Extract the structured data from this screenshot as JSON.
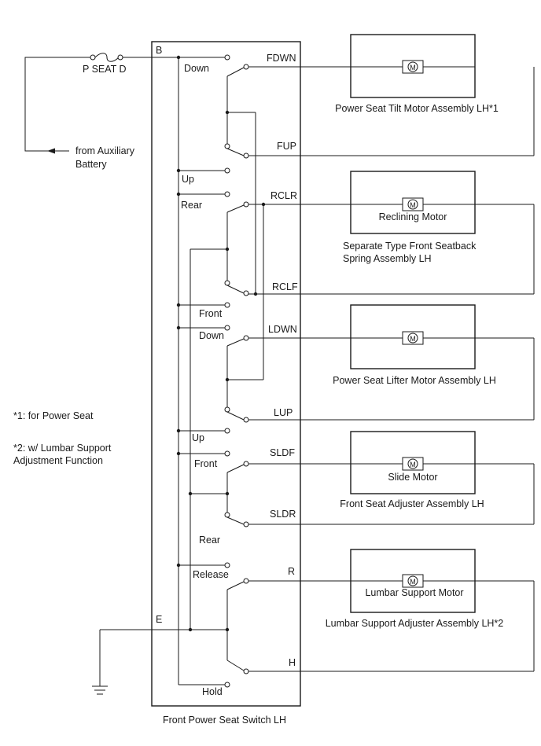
{
  "switch_label": "Front Power Seat Switch LH",
  "terminal_b": "B",
  "terminal_e": "E",
  "fuse_label": "P SEAT D",
  "battery_label_line1": "from Auxiliary",
  "battery_label_line2": "Battery",
  "notes": {
    "note1": "*1: for Power Seat",
    "note2_line1": "*2: w/ Lumbar Support",
    "note2_line2": "Adjustment Function"
  },
  "positions": {
    "tilt_down": "Down",
    "tilt_up": "Up",
    "recline_rear": "Rear",
    "recline_front": "Front",
    "lifter_down": "Down",
    "lifter_up": "Up",
    "slide_front": "Front",
    "slide_rear": "Rear",
    "lumbar_release": "Release",
    "lumbar_hold": "Hold"
  },
  "terminals": {
    "fdwn": "FDWN",
    "fup": "FUP",
    "rclr": "RCLR",
    "rclf": "RCLF",
    "ldwn": "LDWN",
    "lup": "LUP",
    "sldf": "SLDF",
    "sldr": "SLDR",
    "r": "R",
    "h": "H"
  },
  "motor_symbol": "M",
  "motors": {
    "tilt": {
      "inner": "",
      "caption1": "Power Seat Tilt Motor Assembly LH*1",
      "caption2": ""
    },
    "recline": {
      "inner": "Reclining Motor",
      "caption1": "Separate Type Front Seatback",
      "caption2": "Spring Assembly LH"
    },
    "lifter": {
      "inner": "",
      "caption1": "Power Seat Lifter Motor Assembly LH",
      "caption2": ""
    },
    "slide": {
      "inner": "Slide Motor",
      "caption1": "Front Seat Adjuster Assembly LH",
      "caption2": ""
    },
    "lumbar": {
      "inner": "Lumbar Support Motor",
      "caption1": "Lumbar Support Adjuster Assembly LH*2",
      "caption2": ""
    }
  }
}
